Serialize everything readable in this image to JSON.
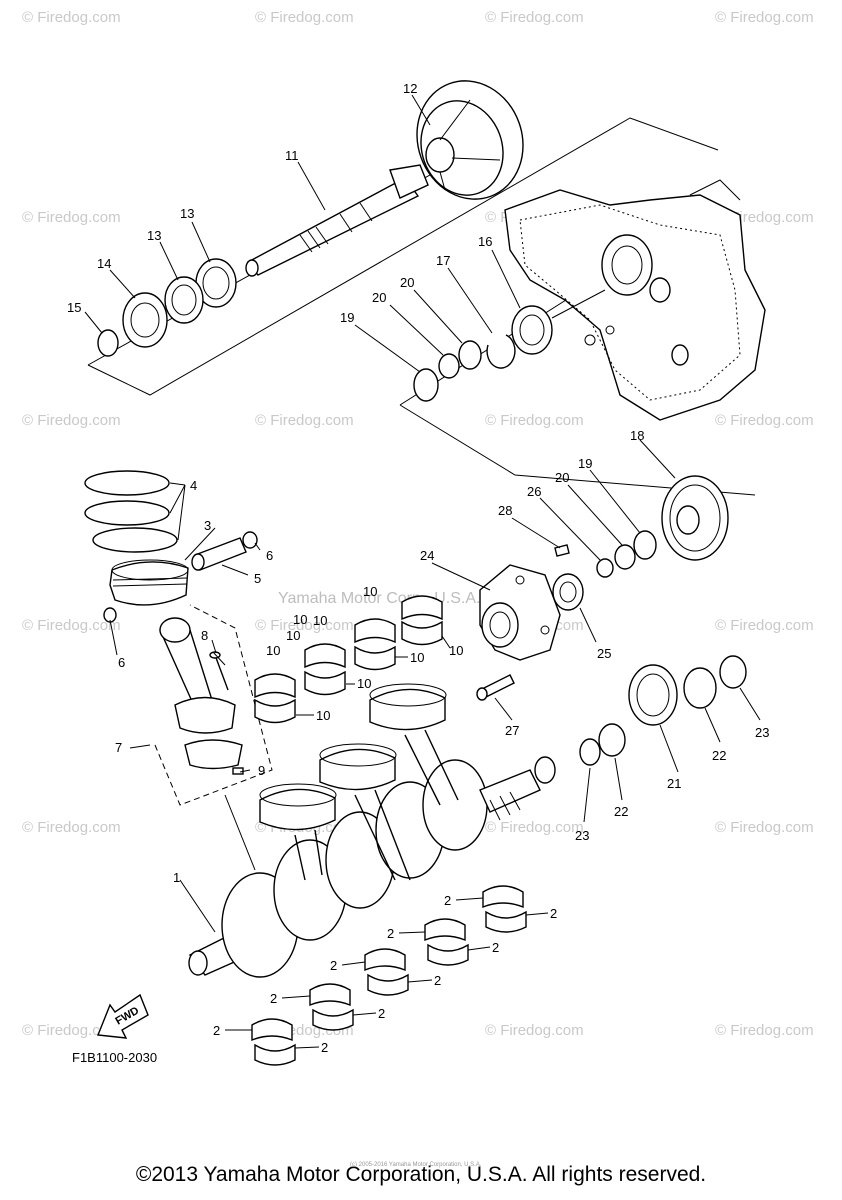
{
  "diagram": {
    "figure_code": "F1B1100-2030",
    "direction_label": "FWD",
    "center_watermark": "Yamaha Motor Corp., U.S.A.",
    "watermark": "© Firedog.com",
    "tiny_footer": "(c) 2005-2016 Yamaha Motor Corporation, U.S.A.",
    "callouts": [
      "1",
      "2",
      "3",
      "4",
      "5",
      "6",
      "7",
      "8",
      "9",
      "10",
      "11",
      "12",
      "13",
      "14",
      "15",
      "16",
      "17",
      "18",
      "19",
      "20",
      "21",
      "22",
      "23",
      "24",
      "25",
      "26",
      "27",
      "28"
    ]
  },
  "footer": {
    "copyright": "©2013 Yamaha Motor Corporation, U.S.A. All rights reserved."
  }
}
